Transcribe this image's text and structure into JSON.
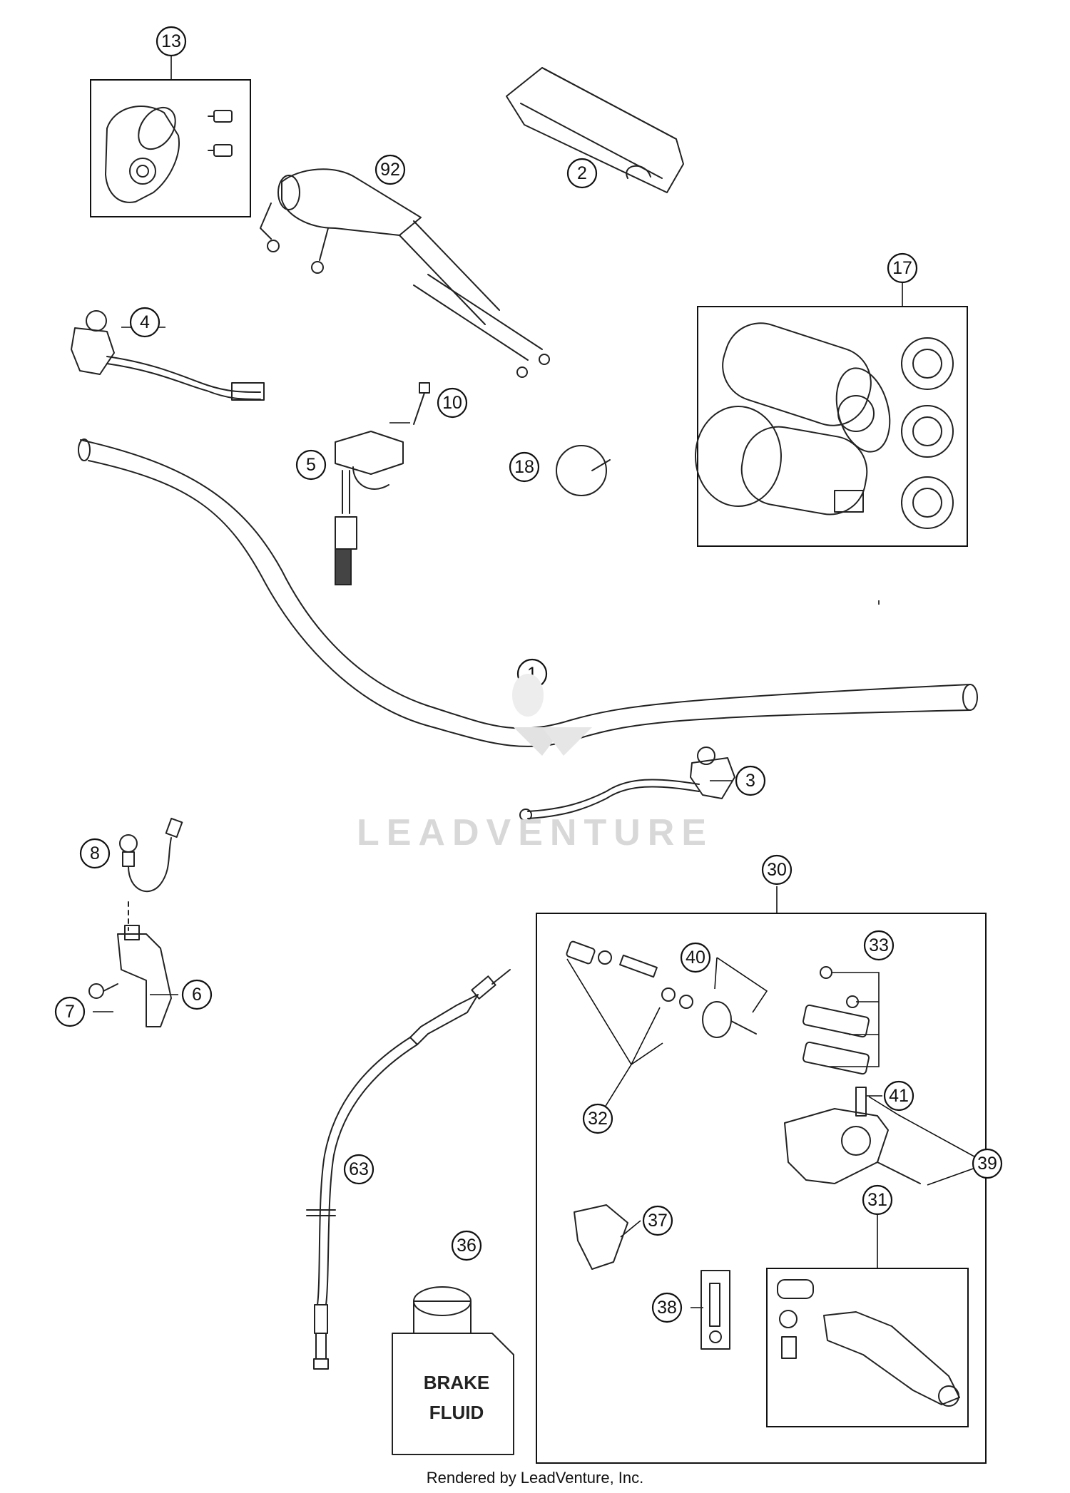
{
  "watermark": "LEADVENTURE",
  "footer": "Rendered by LeadVenture, Inc.",
  "bottle_label": [
    "BRAKE",
    "FLUID"
  ],
  "callouts": [
    "13",
    "2",
    "92",
    "17",
    "4",
    "10",
    "5",
    "18",
    "1",
    "3",
    "8",
    "6",
    "7",
    "30",
    "33",
    "40",
    "41",
    "32",
    "39",
    "63",
    "37",
    "31",
    "36",
    "38"
  ]
}
